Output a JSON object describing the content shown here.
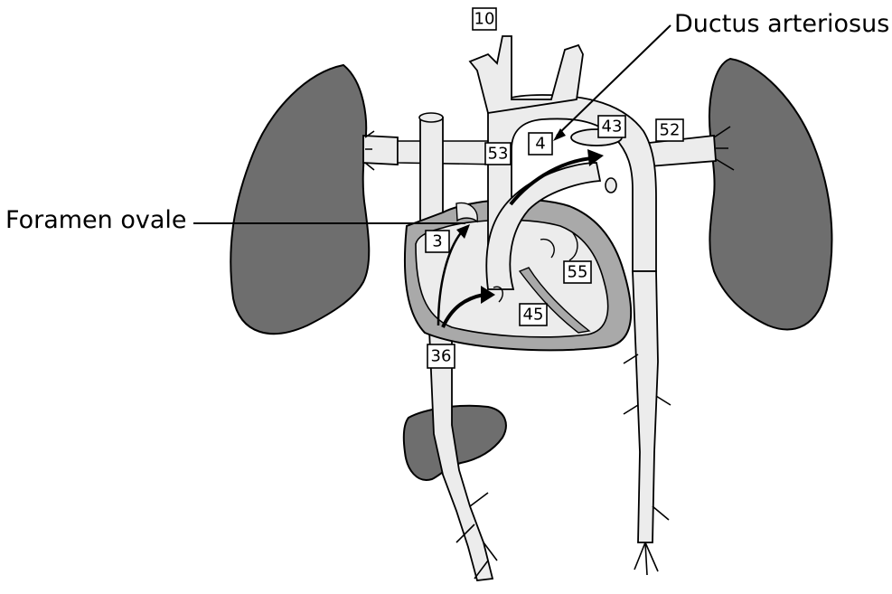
{
  "diagram": {
    "labels": {
      "ductus_arteriosus": "Ductus arteriosus",
      "foramen_ovale": "Foramen ovale"
    },
    "values": {
      "top_vessels": "10",
      "ascending_aorta": "53",
      "aortic_arch": "4",
      "ductus": "43",
      "pulmonary_vein": "52",
      "foramen": "3",
      "ivc": "36",
      "left_ventricle": "55",
      "right_ventricle": "45"
    },
    "colors": {
      "organ": "#6e6e6e",
      "vessel": "#ececec",
      "heart_wall": "#a9a9a9",
      "outline": "#000000"
    }
  }
}
